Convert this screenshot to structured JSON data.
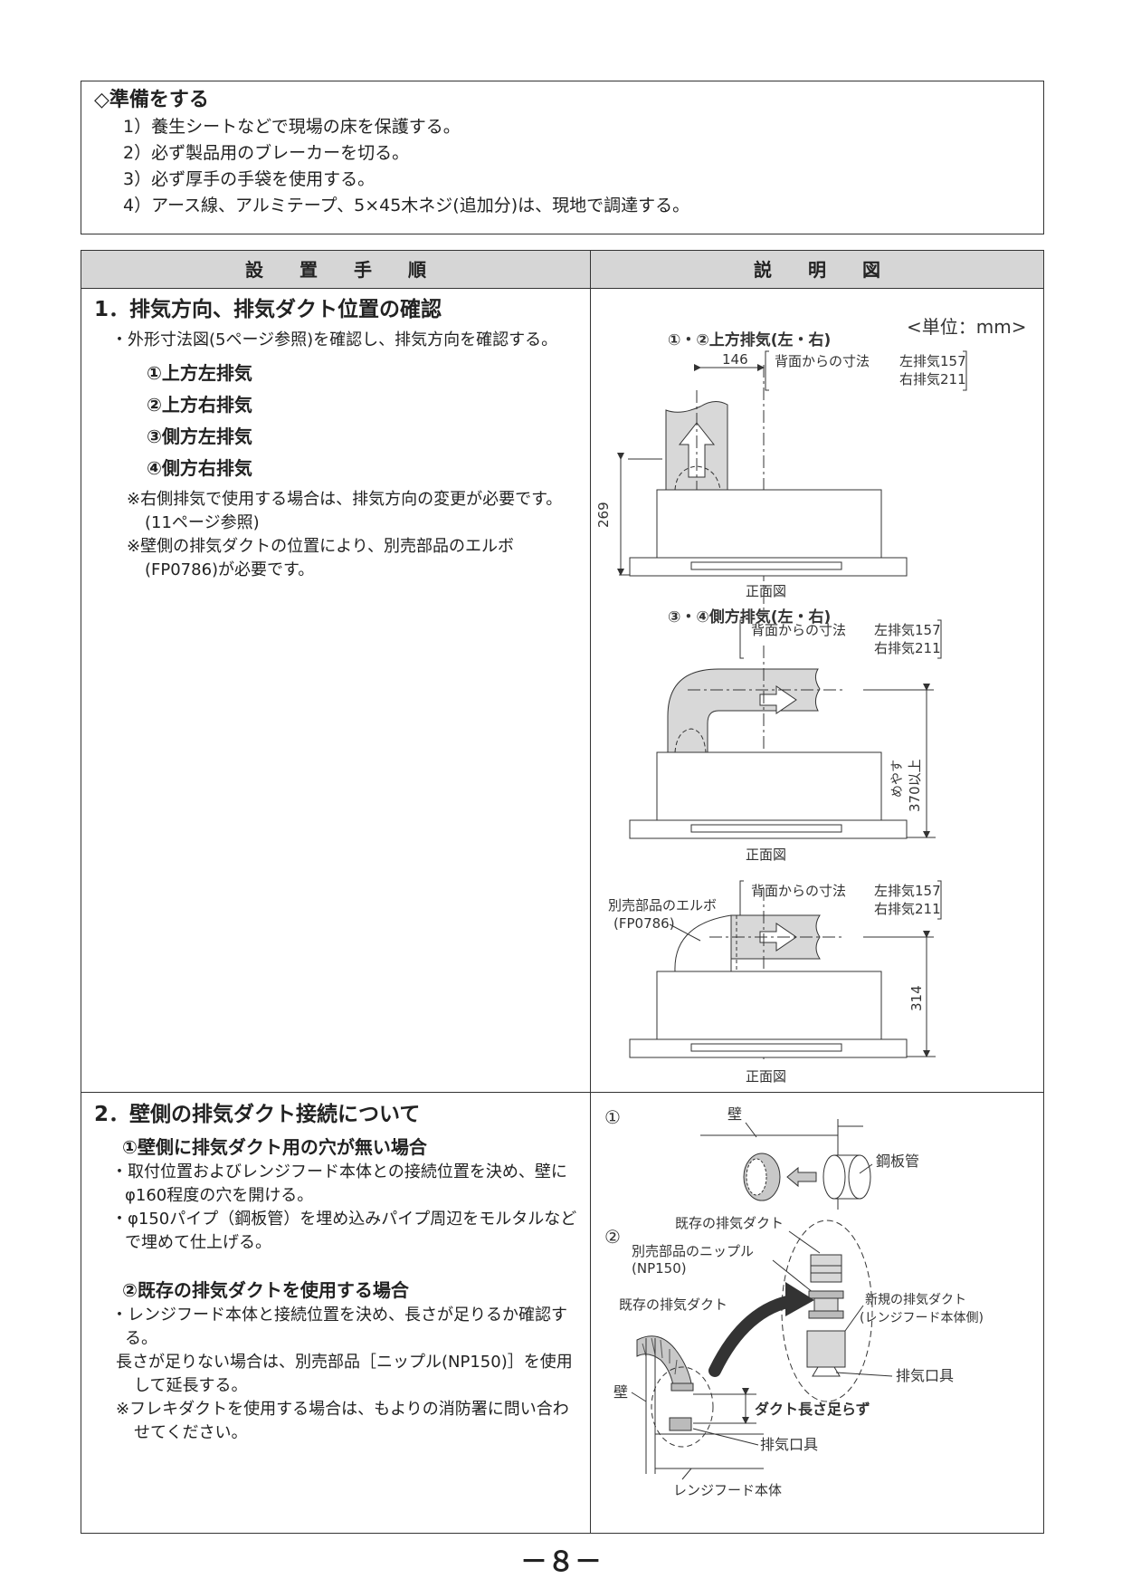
{
  "prep": {
    "title": "◇準備をする",
    "items": [
      "1）養生シートなどで現場の床を保護する。",
      "2）必ず製品用のブレーカーを切る。",
      "3）必ず厚手の手袋を使用する。",
      "4）アース線、アルミテープ、5×45木ネジ(追加分)は、現地で調達する。"
    ]
  },
  "table": {
    "col_steps": "設　　置　　手　　順",
    "col_figure": "説　　明　　図"
  },
  "step1": {
    "title": "1．排気方向、排気ダクト位置の確認",
    "text": "・外形寸法図(5ページ参照)を確認し、排気方向を確認する。",
    "options": [
      "①上方左排気",
      "②上方右排気",
      "③側方左排気",
      "④側方右排気"
    ],
    "notes": [
      "※右側排気で使用する場合は、排気方向の変更が必要です。(11ページ参照)",
      "※壁側の排気ダクトの位置により、別売部品のエルボ(FP0786)が必要です。"
    ]
  },
  "fig1": {
    "unit": "<単位：mm>",
    "title_top": "①・②上方排気(左・右)",
    "dim_146": "146",
    "back_label": "背面からの寸法",
    "left_val": "左排気157",
    "right_val": "右排気211",
    "dim_269": "269",
    "front_view": "正面図",
    "title_side": "③・④側方排気(左・右)",
    "approx_label": "めやす",
    "dim_370": "370以上",
    "elbow_label": "別売部品のエルボ",
    "elbow_code": "(FP0786)",
    "dim_314": "314"
  },
  "step2": {
    "title": "2．壁側の排気ダクト接続について",
    "sub1": "①壁側に排気ダクト用の穴が無い場合",
    "sub1_items": [
      "・取付位置およびレンジフード本体との接続位置を決め、壁にφ160程度の穴を開ける。",
      "・φ150パイプ（鋼板管）を埋め込みパイプ周辺をモルタルなどで埋めて仕上げる。"
    ],
    "sub2": "②既存の排気ダクトを使用する場合",
    "sub2_items": [
      "・レンジフード本体と接続位置を決め、長さが足りるか確認する。",
      "長さが足りない場合は、別売部品［ニップル(NP150)］を使用して延長する。"
    ],
    "sub2_note": "※フレキダクトを使用する場合は、もよりの消防署に問い合わせてください。"
  },
  "fig2": {
    "marker1": "①",
    "wall": "壁",
    "steel_pipe": "鋼板管",
    "marker2": "②",
    "existing_duct": "既存の排気ダクト",
    "nipple_label": "別売部品のニップル",
    "nipple_code": "(NP150)",
    "new_duct": "新規の排気ダクト",
    "new_duct_sub": "(レンジフード本体側)",
    "outlet": "排気口具",
    "short_duct": "ダクト長さ足らず",
    "hood_body": "レンジフード本体"
  },
  "page_number": "－８－"
}
